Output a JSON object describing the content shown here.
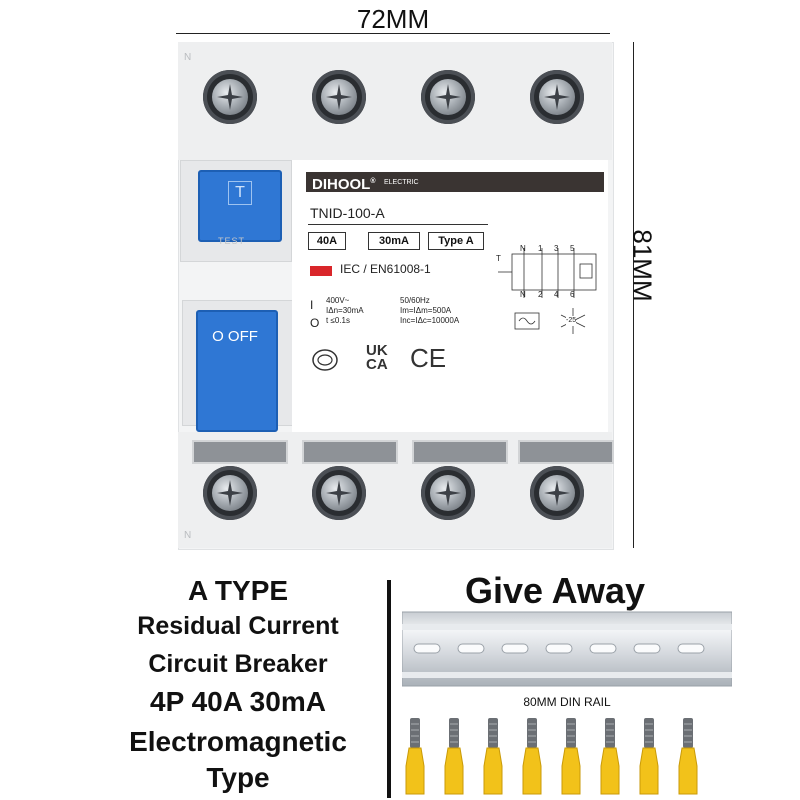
{
  "dimensions": {
    "width_label": "72MM",
    "height_label": "81MM"
  },
  "breaker": {
    "terminal_letter": "N",
    "brand": "DIHOOL",
    "brand_reg": "®",
    "brand_sub": "ELECTRIC",
    "model": "TNID-100-A",
    "specs": [
      "40A",
      "30mA",
      "Type A"
    ],
    "standard": "IEC / EN61008-1",
    "test_button_symbol": "T",
    "test_button_label": "TEST",
    "lever_label": "O OFF",
    "switch_marks": {
      "on": "I",
      "off": "O"
    },
    "ratings_left": [
      "400V~",
      "IΔn=30mA",
      "t ≤0.1s"
    ],
    "ratings_right": [
      "50/60Hz",
      "Im=IΔm=500A",
      "Inc=IΔc=10000A"
    ],
    "diagram_top_numbers": [
      "N",
      "1",
      "3",
      "5"
    ],
    "diagram_bottom_numbers": [
      "N",
      "2",
      "4",
      "6"
    ],
    "diagram_test_letter": "T",
    "temp_label": "-25",
    "certifications": [
      "UK",
      "CA",
      "CE"
    ]
  },
  "product_text": {
    "line1": "A TYPE",
    "line2": "Residual Current",
    "line3": "Circuit Breaker",
    "line4": "4P 40A 30mA",
    "line5": "Electromagnetic",
    "line6": "Type"
  },
  "giveaway": {
    "title": "Give Away",
    "rail_label": "80MM DIN RAIL",
    "ferrule_count": 8
  },
  "colors": {
    "button_blue": "#2f77d4",
    "brand_bar": "#3a3432",
    "ferrule_yellow": "#f2c21a",
    "flag_red": "#d9262a"
  }
}
